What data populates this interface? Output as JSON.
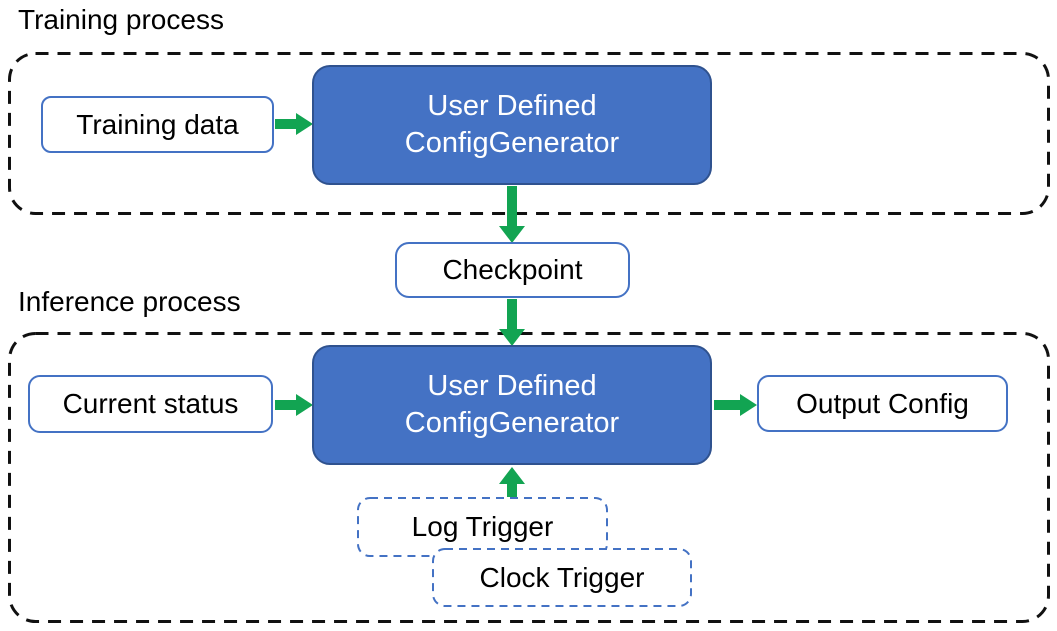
{
  "sections": {
    "training": {
      "label": "Training process"
    },
    "inference": {
      "label": "Inference process"
    }
  },
  "nodes": {
    "training_data": {
      "label": "Training data"
    },
    "generator_training": {
      "line1": "User Defined",
      "line2": "ConfigGenerator"
    },
    "checkpoint": {
      "label": "Checkpoint"
    },
    "current_status": {
      "label": "Current status"
    },
    "generator_inference": {
      "line1": "User Defined",
      "line2": "ConfigGenerator"
    },
    "output_config": {
      "label": "Output Config"
    },
    "log_trigger": {
      "label": "Log Trigger"
    },
    "clock_trigger": {
      "label": "Clock Trigger"
    }
  },
  "edges": [
    {
      "from": "training_data",
      "to": "generator_training",
      "direction": "right"
    },
    {
      "from": "generator_training",
      "to": "checkpoint",
      "direction": "down"
    },
    {
      "from": "checkpoint",
      "to": "generator_inference",
      "direction": "down"
    },
    {
      "from": "current_status",
      "to": "generator_inference",
      "direction": "right"
    },
    {
      "from": "generator_inference",
      "to": "output_config",
      "direction": "right"
    },
    {
      "from": "log_trigger",
      "to": "generator_inference",
      "direction": "up"
    }
  ],
  "colors": {
    "node_fill_blue": "#4472C4",
    "node_border_dark": "#2F528F",
    "outline_blue": "#4472C4",
    "arrow_green": "#12A452",
    "dash_black": "#111111",
    "text_dark": "#000000",
    "text_light": "#FFFFFF",
    "background": "#FFFFFF"
  }
}
